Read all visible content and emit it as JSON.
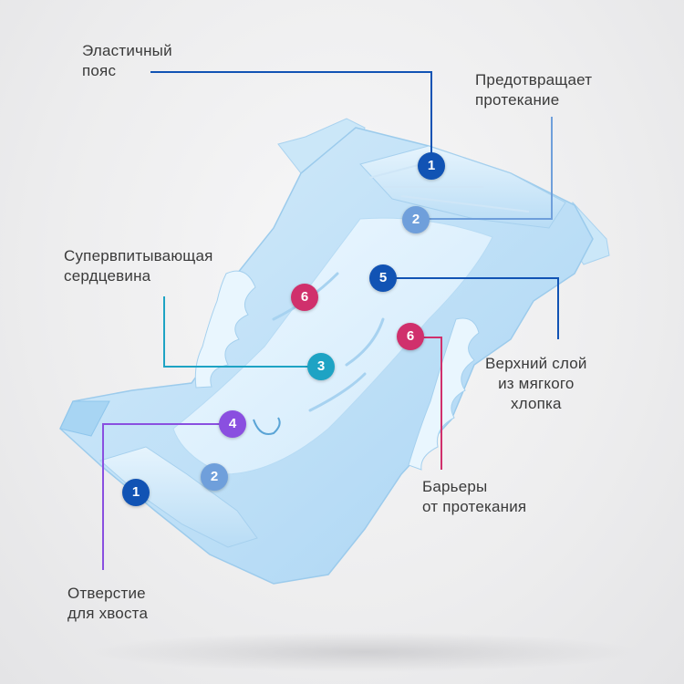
{
  "colors": {
    "navy": "#1153b4",
    "light_blue": "#6f9fdb",
    "pink": "#d0306c",
    "teal": "#1ea3c4",
    "purple": "#8a4fe0",
    "label_text": "#3a3a3a"
  },
  "labels": {
    "elastic_belt": [
      "Эластичный",
      "пояс"
    ],
    "prevents_leak": [
      "Предотвращает",
      "протекание"
    ],
    "core": [
      "Супервпитывающая",
      "сердцевина"
    ],
    "top_layer": [
      "Верхний слой",
      "из мягкого",
      "хлопка"
    ],
    "barriers": [
      "Барьеры",
      "от протекания"
    ],
    "tail_hole": [
      "Отверстие",
      "для хвоста"
    ]
  },
  "badges": {
    "b1_top": "1",
    "b2_top": "2",
    "b5": "5",
    "b6_left": "6",
    "b6_right": "6",
    "b3": "3",
    "b4": "4",
    "b2_bottom": "2",
    "b1_bottom": "1"
  }
}
